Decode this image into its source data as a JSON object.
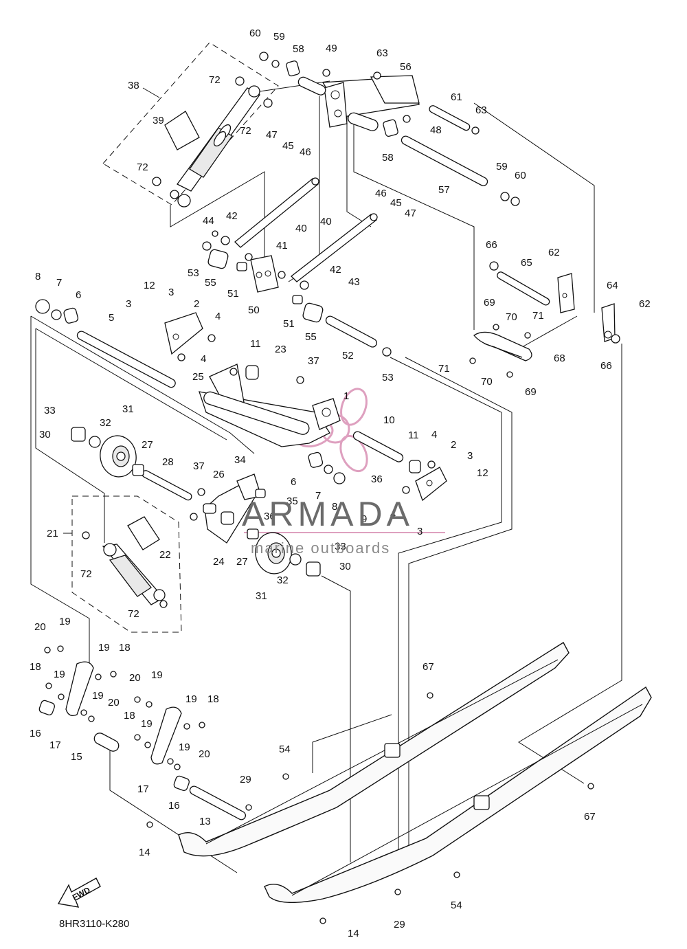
{
  "diagram_code": "8HR3110-K280",
  "fwd_label": "FWD",
  "watermark": {
    "title": "ARMADA",
    "subtitle": "marine outboards",
    "color": "#d98fb4"
  },
  "callouts": [
    "1",
    "2",
    "3",
    "4",
    "5",
    "6",
    "7",
    "8",
    "9",
    "10",
    "11",
    "12",
    "13",
    "14",
    "15",
    "16",
    "17",
    "18",
    "19",
    "20",
    "21",
    "22",
    "23",
    "24",
    "25",
    "26",
    "27",
    "28",
    "29",
    "30",
    "31",
    "32",
    "33",
    "34",
    "35",
    "36",
    "37",
    "38",
    "39",
    "40",
    "41",
    "42",
    "43",
    "44",
    "45",
    "46",
    "47",
    "48",
    "49",
    "50",
    "51",
    "52",
    "53",
    "54",
    "55",
    "56",
    "57",
    "58",
    "59",
    "60",
    "61",
    "62",
    "63",
    "64",
    "65",
    "66",
    "67",
    "68",
    "69",
    "70",
    "71",
    "72"
  ]
}
